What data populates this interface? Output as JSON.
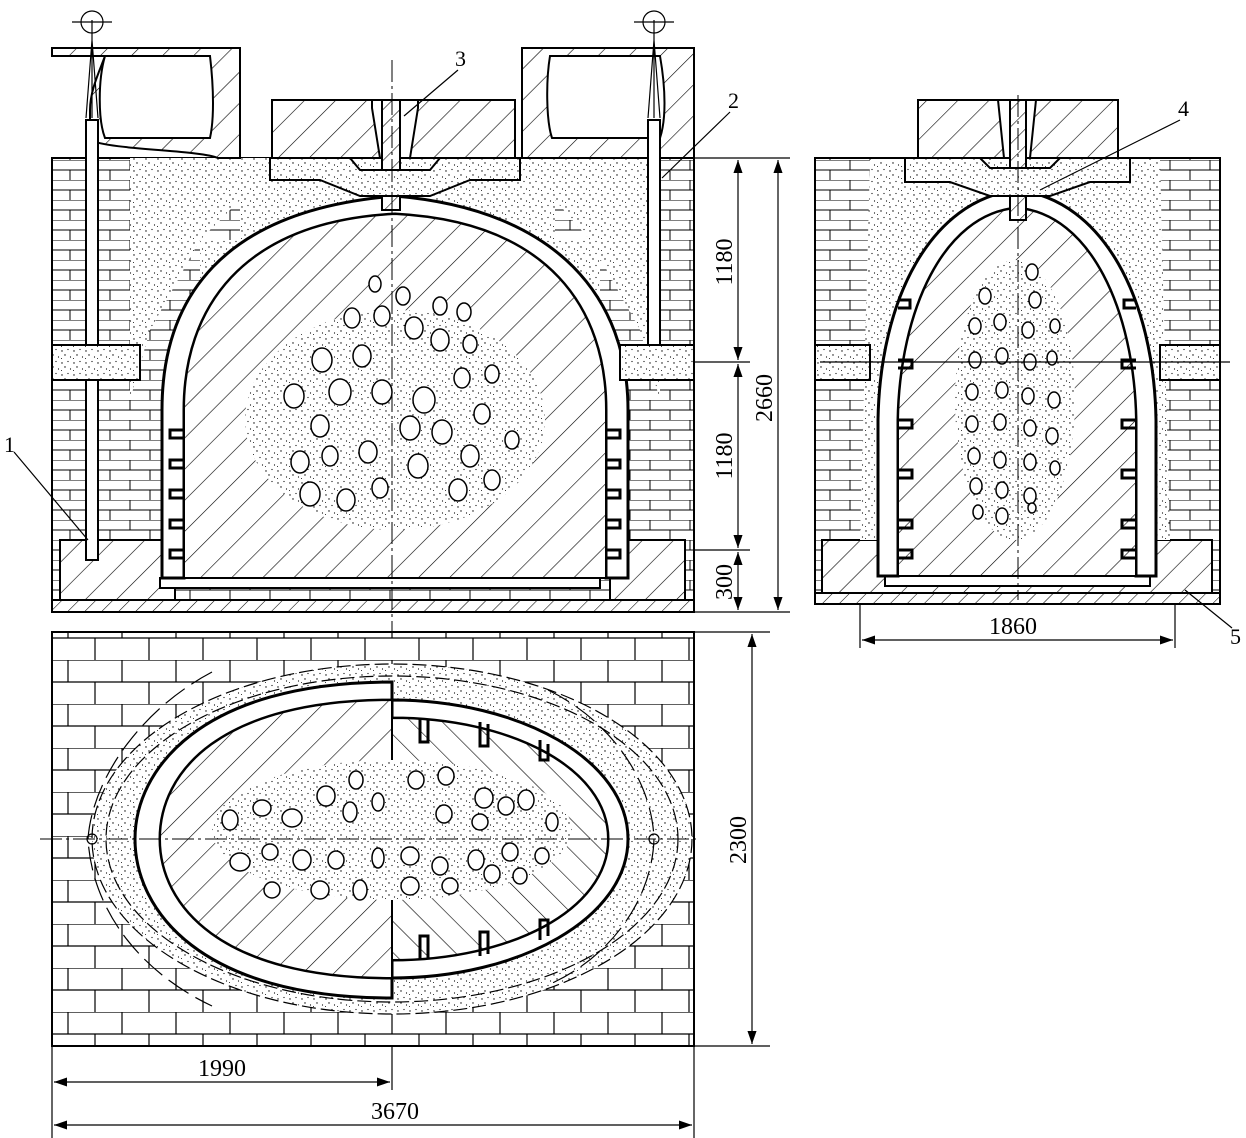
{
  "labels": {
    "callout_1": "1",
    "callout_2": "2",
    "callout_3": "3",
    "callout_4": "4",
    "callout_5": "5"
  },
  "dimensions": {
    "upper_height": "1180",
    "middle_height": "1180",
    "base_height": "300",
    "total_height": "2660",
    "side_width": "1860",
    "plan_depth": "2300",
    "half_length": "1990",
    "total_length": "3670"
  },
  "colors": {
    "line": "#000000",
    "background": "#ffffff"
  }
}
